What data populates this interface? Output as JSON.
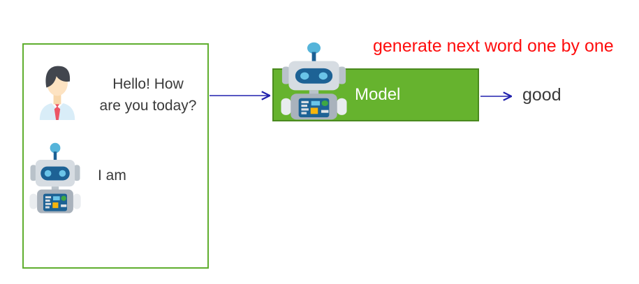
{
  "diagram": {
    "annotation": {
      "text": "generate next word one by one",
      "color": "#fe0d0d"
    },
    "context_box": {
      "border_color": "#5fae2e",
      "user_icon": "person-user-icon",
      "user_message_line1": "Hello! How",
      "user_message_line2": "are you today?",
      "bot_icon": "robot-assistant-icon",
      "assistant_message": "I am"
    },
    "model_box": {
      "label": "Model",
      "fill_color": "#66b32e",
      "border_color": "#4a8a1e",
      "icon": "robot-model-icon"
    },
    "output": {
      "word": "good"
    },
    "arrow_color": "#2121ad"
  }
}
